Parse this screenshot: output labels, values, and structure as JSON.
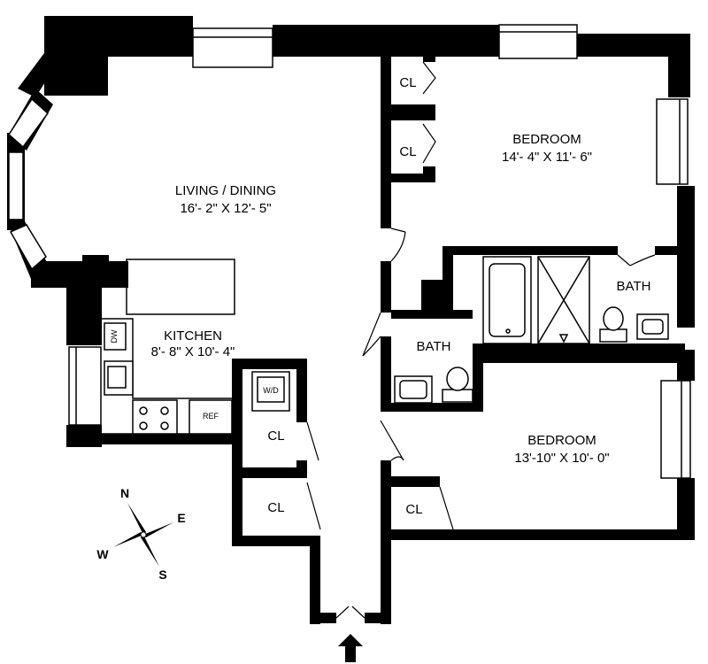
{
  "rooms": {
    "living": {
      "name": "LIVING / DINING",
      "dims": "16'- 2\" X 12'- 5\""
    },
    "bedroom1": {
      "name": "BEDROOM",
      "dims": "14'- 4\" X 11'- 6\""
    },
    "bedroom2": {
      "name": "BEDROOM",
      "dims": "13'-10\" X 10'- 0\""
    },
    "kitchen": {
      "name": "KITCHEN",
      "dims": "8'- 8\" X 10'- 4\""
    },
    "bath1": {
      "name": "BATH"
    },
    "bath2": {
      "name": "BATH"
    }
  },
  "closets": [
    "CL",
    "CL",
    "CL",
    "CL",
    "CL"
  ],
  "appliances": {
    "dw": "DW",
    "wd": "W/D",
    "ref": "REF"
  },
  "compass": {
    "n": "N",
    "e": "E",
    "s": "S",
    "w": "W"
  },
  "colors": {
    "wall": "#000000",
    "background": "#ffffff"
  },
  "icons": [
    "compass-rose-icon",
    "entry-arrow-icon"
  ]
}
